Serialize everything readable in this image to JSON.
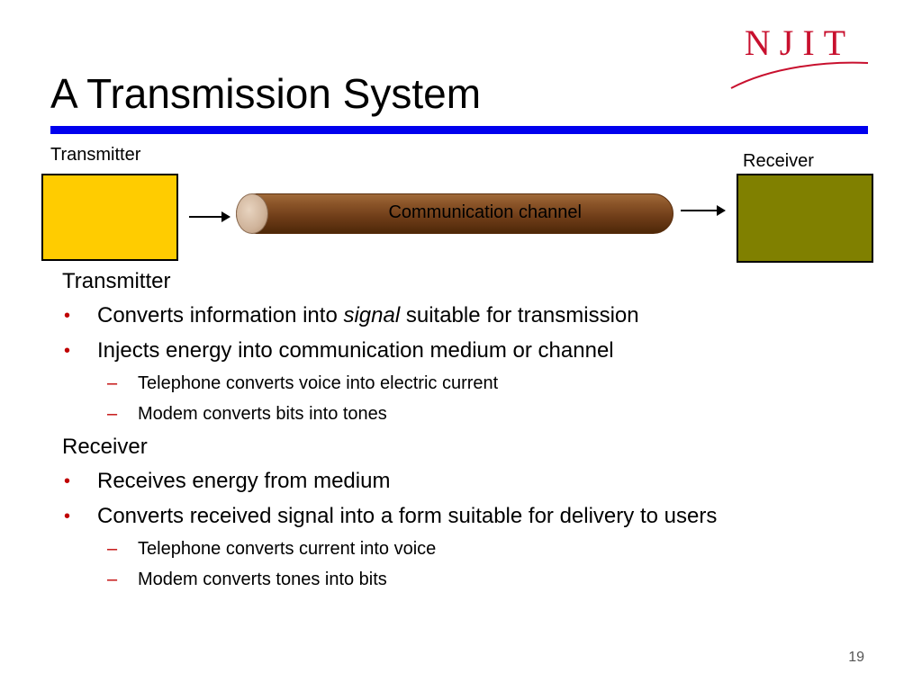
{
  "slide": {
    "title": "A Transmission System",
    "logo_text": "NJIT",
    "page_number": "19"
  },
  "diagram": {
    "transmitter_label": "Transmitter",
    "receiver_label": "Receiver",
    "channel_label": "Communication channel",
    "colors": {
      "transmitter_box": "#ffcc00",
      "receiver_box": "#808000",
      "title_rule": "#0000ee",
      "bullet": "#c00000"
    }
  },
  "content": {
    "transmitter": {
      "heading": "Transmitter",
      "bullet1_pre": "Converts information into ",
      "bullet1_em": "signal",
      "bullet1_post": " suitable for transmission",
      "bullet2": "Injects energy into communication medium or channel",
      "sub1": "Telephone converts voice into electric current",
      "sub2": "Modem converts bits into tones"
    },
    "receiver": {
      "heading": "Receiver",
      "bullet1": "Receives energy from medium",
      "bullet2": "Converts received signal into a form suitable for delivery to users",
      "sub1": "Telephone converts current into voice",
      "sub2": "Modem converts tones into bits"
    },
    "bullet_glyph": "•",
    "dash_glyph": "–"
  }
}
